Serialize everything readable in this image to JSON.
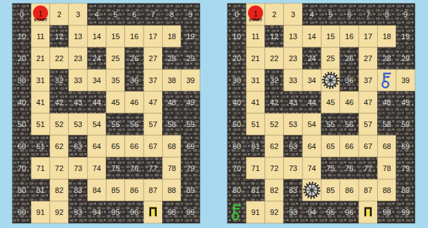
{
  "diagram": {
    "labels": [
      "0",
      "1",
      "START",
      "2",
      "3",
      "4",
      "5",
      "6",
      "7",
      "8",
      "9",
      "10",
      "11",
      "12",
      "13",
      "14",
      "15",
      "16",
      "17",
      "18",
      "19",
      "20",
      "21",
      "22",
      "23",
      "24",
      "25",
      "26",
      "27",
      "28",
      "29",
      "30",
      "31",
      "32",
      "33",
      "34",
      "35",
      "36",
      "37",
      "38",
      "39",
      "40",
      "41",
      "42",
      "43",
      "44",
      "45",
      "46",
      "47",
      "48",
      "49",
      "50",
      "51",
      "52",
      "53",
      "54",
      "55",
      "56",
      "57",
      "58",
      "59",
      "60",
      "61",
      "62",
      "63",
      "64",
      "65",
      "66",
      "67",
      "68",
      "69",
      "70",
      "71",
      "72",
      "73",
      "74",
      "75",
      "76",
      "77",
      "78",
      "79",
      "80",
      "81",
      "82",
      "83",
      "84",
      "85",
      "86",
      "87",
      "88",
      "89",
      "90",
      "91",
      "92",
      "93",
      "94",
      "95",
      "96",
      "98",
      "99",
      "0",
      "1",
      "START",
      "2",
      "3",
      "4",
      "5",
      "6",
      "7",
      "8",
      "9",
      "10",
      "11",
      "12",
      "13",
      "14",
      "15",
      "16",
      "17",
      "18",
      "19",
      "20",
      "21",
      "22",
      "23",
      "24",
      "25",
      "26",
      "27",
      "28",
      "29",
      "30",
      "31",
      "32",
      "33",
      "34",
      "36",
      "37",
      "39",
      "40",
      "41",
      "42",
      "43",
      "44",
      "45",
      "46",
      "47",
      "48",
      "49",
      "50",
      "51",
      "52",
      "53",
      "54",
      "55",
      "56",
      "57",
      "58",
      "59",
      "60",
      "61",
      "62",
      "63",
      "64",
      "65",
      "66",
      "67",
      "68",
      "69",
      "70",
      "71",
      "72",
      "73",
      "74",
      "75",
      "76",
      "77",
      "78",
      "79",
      "80",
      "81",
      "82",
      "83",
      "85",
      "86",
      "87",
      "88",
      "89",
      "91",
      "92",
      "93",
      "94",
      "95",
      "96",
      "98",
      "99"
    ]
  }
}
